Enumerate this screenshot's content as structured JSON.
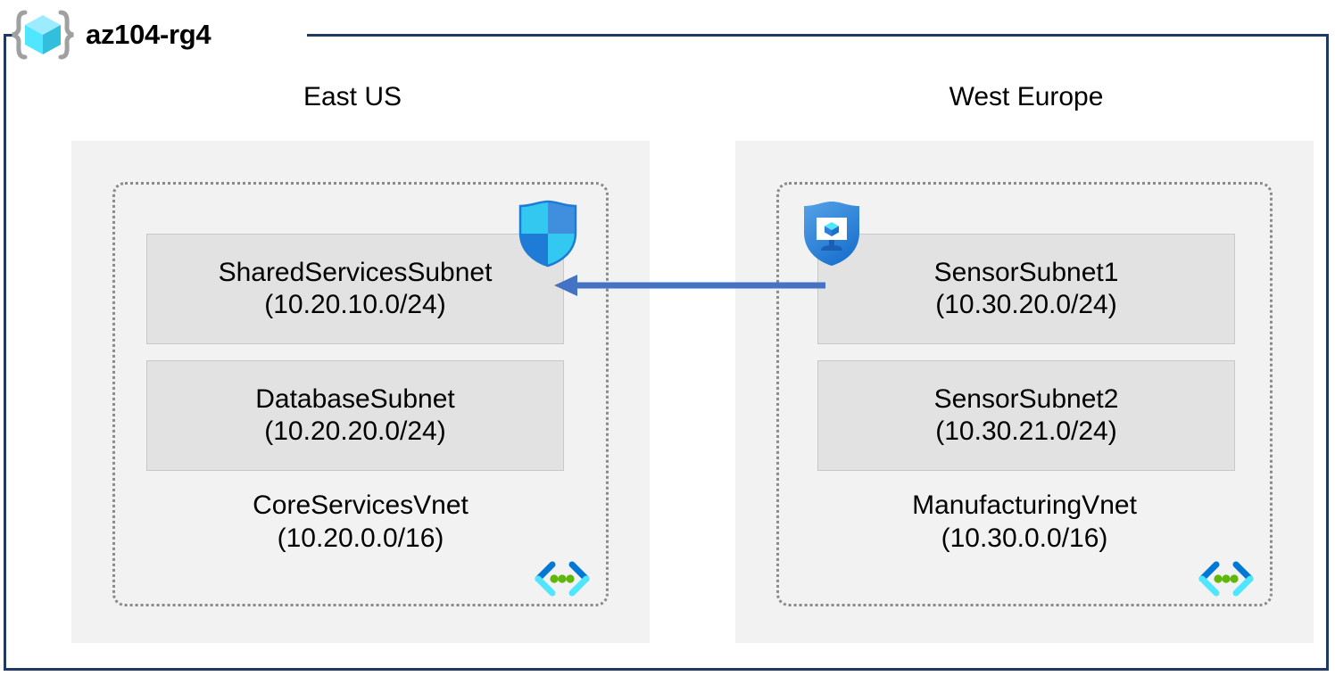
{
  "resource_group": {
    "label": "az104-rg4",
    "icon": "resource-group-cube-icon",
    "frame_color": "#1F3864"
  },
  "regions": [
    {
      "name": "East US",
      "vnet": {
        "name": "CoreServicesVnet",
        "cidr": "(10.20.0.0/16)",
        "corner_icon": "virtual-network-icon",
        "subnets": [
          {
            "name": "SharedServicesSubnet",
            "cidr": "(10.20.10.0/24)",
            "attached_icon": "network-security-group-shield-icon"
          },
          {
            "name": "DatabaseSubnet",
            "cidr": "(10.20.20.0/24)",
            "attached_icon": null
          }
        ]
      }
    },
    {
      "name": "West Europe",
      "vnet": {
        "name": "ManufacturingVnet",
        "cidr": "(10.30.0.0/16)",
        "corner_icon": "virtual-network-icon",
        "subnets": [
          {
            "name": "SensorSubnet1",
            "cidr": "(10.30.20.0/24)",
            "attached_icon": "application-security-group-shield-icon"
          },
          {
            "name": "SensorSubnet2",
            "cidr": "(10.30.21.0/24)",
            "attached_icon": null
          }
        ]
      }
    }
  ],
  "connection": {
    "name": "vnet-peering-arrow",
    "direction": "right-to-left",
    "color": "#4472C4"
  },
  "colors": {
    "region_fill": "#f2f2f2",
    "subnet_fill": "#e2e2e2",
    "subnet_border": "#c8c8c8",
    "vnet_border": "#8a8a8a",
    "frame": "#1F3864",
    "arrow": "#4472C4",
    "nsg_shield_light": "#32C8F0",
    "nsg_shield_dark": "#2f7fd8",
    "asg_shield": "#2f7fd8",
    "vnet_icon_dark": "#0078D4",
    "vnet_icon_light": "#50E6FF",
    "vnet_icon_dot": "#5FB709",
    "cube_light": "#9CEBFF",
    "cube_mid": "#50E6FF",
    "cube_dark": "#32BEDD",
    "bracket": "#A0A0A0"
  }
}
